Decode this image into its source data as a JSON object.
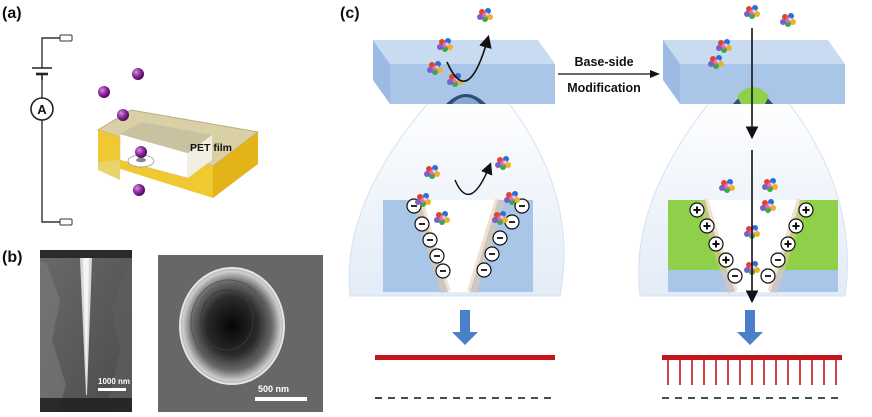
{
  "panels": {
    "a": {
      "label": "(a)",
      "ammeter": "A",
      "film": "PET film"
    },
    "b": {
      "label": "(b)",
      "scale_left": "1000 nm",
      "scale_right": "500 nm"
    },
    "c": {
      "label": "(c)",
      "arrow_top": "Base-side",
      "arrow_bottom": "Modification"
    }
  },
  "colors": {
    "membrane": "#a9c6e8",
    "membrane_side": "#7ea6d4",
    "modified_layer": "#8fd04a",
    "current_line": "#c8141c",
    "down_arrow": "#4a7fc9",
    "ion": "#8e2aa0",
    "film_top": "#d9d0a6",
    "film_side": "#f0c832"
  },
  "icons": {
    "ion": "purple-sphere-icon",
    "protein": "protein-cluster-icon",
    "negative_charge": "minus-charge-icon",
    "positive_charge": "plus-charge-icon"
  }
}
